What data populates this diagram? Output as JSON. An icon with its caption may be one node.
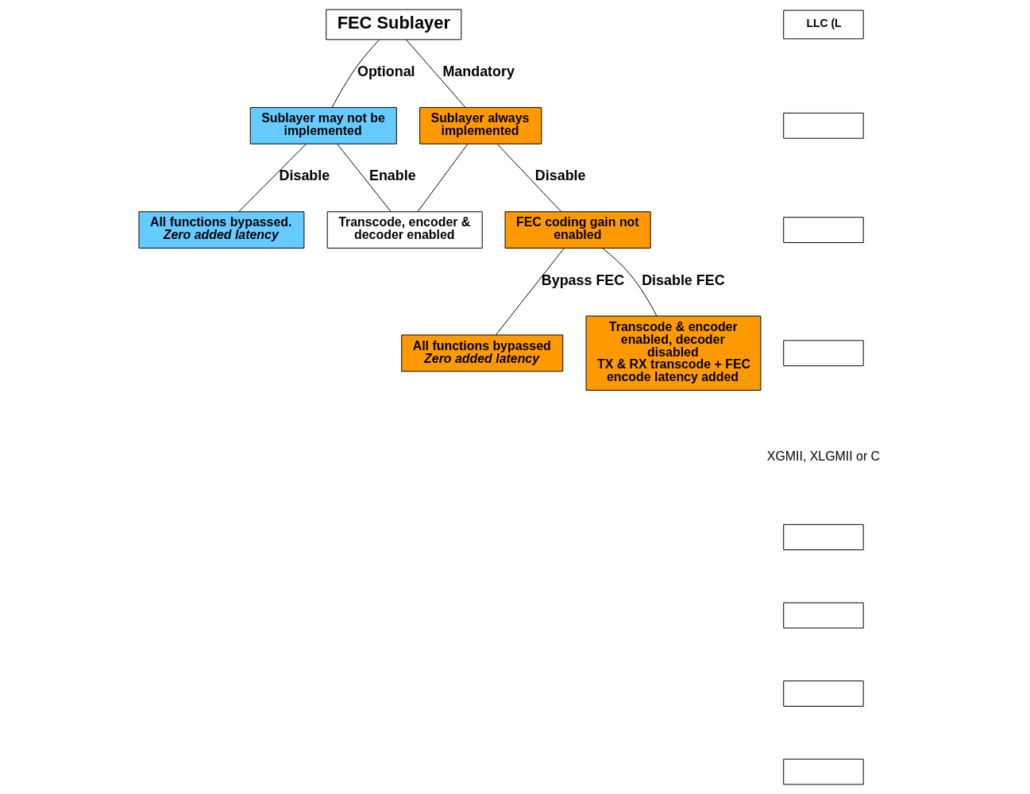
{
  "diagram": {
    "nodes": [
      {
        "text": [
          "FEC Sublayer"
        ]
      },
      {
        "text": [
          "Sublayer may not be implemented"
        ]
      },
      {
        "text": [
          "Sublayer always implemented"
        ]
      },
      {
        "text": [
          "All functions bypassed.",
          "Zero added latency"
        ]
      },
      {
        "text": [
          "Transcode, encoder & decoder enabled"
        ]
      },
      {
        "text": [
          "FEC coding gain not enabled"
        ]
      },
      {
        "text": [
          "All functions bypassed",
          "Zero added latency"
        ]
      },
      {
        "text": [
          "Transcode & encoder enabled, decoder disabled",
          "TX & RX transcode + FEC encode latency added"
        ]
      },
      {
        "text": [
          "LLC (L"
        ]
      },
      {
        "text": [],
        "shape": "box"
      },
      {
        "text": [],
        "shape": "box"
      },
      {
        "text": [],
        "shape": "box"
      },
      {
        "text": [],
        "shape": "box"
      },
      {
        "text": [],
        "shape": "box"
      },
      {
        "text": [],
        "shape": "box"
      },
      {
        "text": [],
        "shape": "box"
      }
    ],
    "edges": [
      {
        "from": 0,
        "to": 1,
        "arrow": "none",
        "label": "Optional"
      },
      {
        "from": 0,
        "to": 2,
        "arrow": "none",
        "label": "Mandatory"
      },
      {
        "from": 1,
        "to": 3,
        "arrow": "none",
        "label": "Disable"
      },
      {
        "from": 1,
        "to": 4,
        "arrow": "none",
        "label": "Enable"
      },
      {
        "from": 2,
        "to": 4,
        "arrow": "none"
      },
      {
        "from": 2,
        "to": 5,
        "arrow": "none",
        "label": "Disable"
      },
      {
        "from": 5,
        "to": 6,
        "arrow": "none",
        "label": "Bypass FEC"
      },
      {
        "from": 5,
        "to": 7,
        "arrow": "none",
        "label": "Disable FEC"
      }
    ],
    "labels": [
      "XGMII, XLGMII or C"
    ]
  }
}
